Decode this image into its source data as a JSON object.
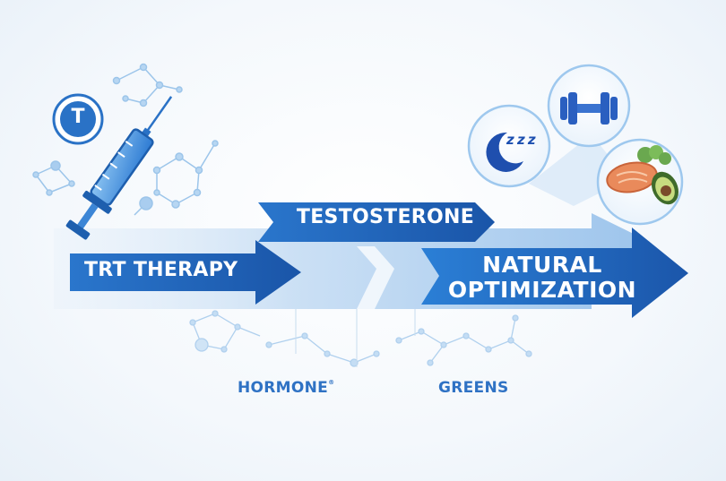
{
  "arrows": {
    "trt_therapy": "TRT THERAPY",
    "testosterone": "TESTOSTERONE",
    "natural_optimization_line1": "NATURAL",
    "natural_optimization_line2": "OPTIMIZATION"
  },
  "labels": {
    "hormone": "HORMONE",
    "hormone_mark": "®",
    "greens": "GREENS"
  },
  "badge": {
    "letter": "T"
  },
  "icons": {
    "sleep": "moon-icon",
    "zzz": "z z z",
    "fitness": "dumbbell-icon",
    "nutrition": "salmon-avocado-icon",
    "syringe": "syringe-icon",
    "molecules": "molecule-icon"
  },
  "colors": {
    "dark_blue": "#1f5fb3",
    "mid_blue": "#2f7fd4",
    "light_blue": "#a9ccef",
    "label_blue": "#2f72c4"
  }
}
